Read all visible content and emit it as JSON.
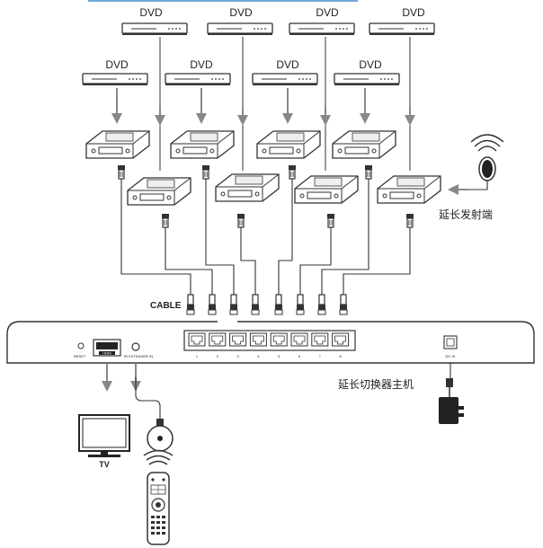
{
  "diagram": {
    "dvd_label": "DVD",
    "transmitter_label": "延长发射端",
    "switch_label": "延长切换器主机",
    "cable_label": "CABLE",
    "tv_label": "TV",
    "panel": {
      "reset": "RESET",
      "hdmi": "HDMI",
      "ir_ext": "IR EXTENDER IN",
      "dc_in": "DC IN",
      "ports": [
        "1",
        "2",
        "3",
        "4",
        "5",
        "6",
        "7",
        "8"
      ]
    },
    "colors": {
      "line": "#333333",
      "arrow": "#888888",
      "header_accent": "#6fa8dc"
    }
  }
}
